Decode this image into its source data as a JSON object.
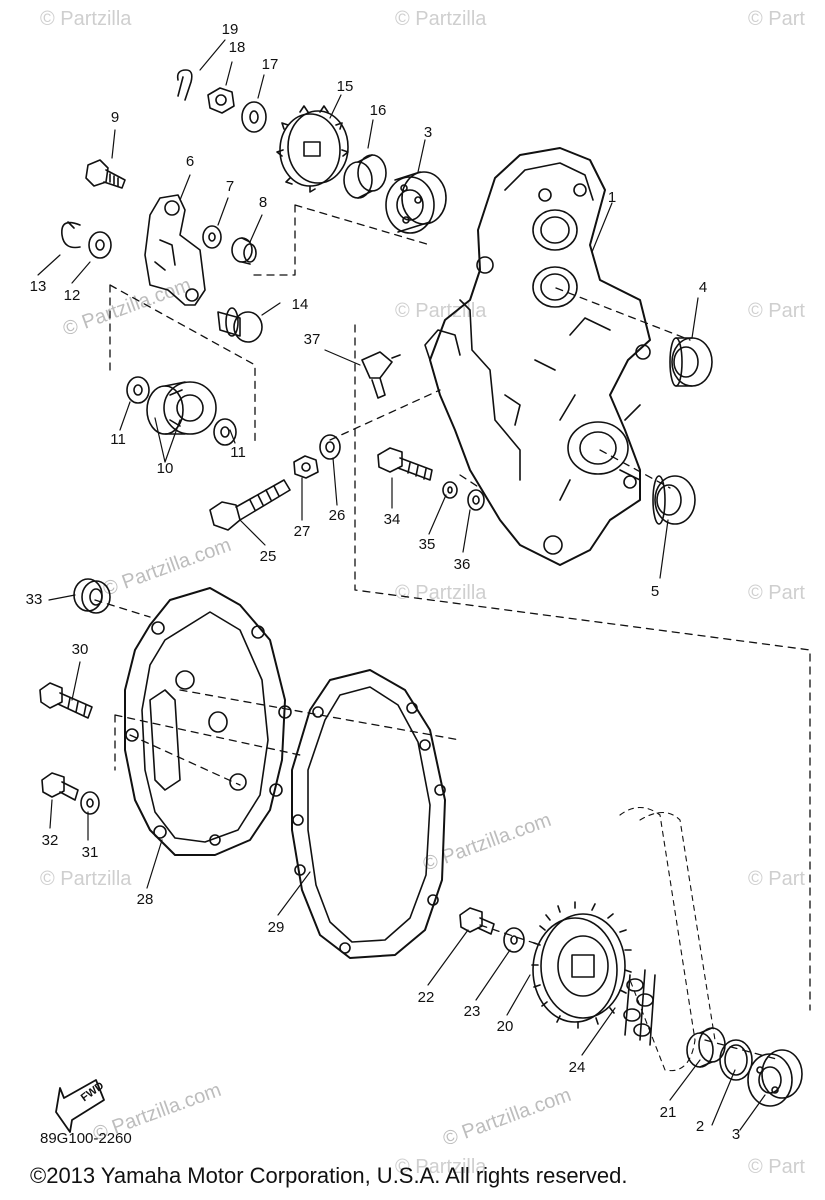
{
  "watermarks": {
    "site": "© Partzilla",
    "domain": "© Partzilla.com",
    "corner": "© Part"
  },
  "diagram": {
    "code": "89G100-2260",
    "fwd_label": "FWD",
    "copyright": "©2013  Yamaha Motor Corporation, U.S.A. All rights reserved.",
    "colors": {
      "ink": "#111111",
      "watermark": "#cfcfcf"
    },
    "callouts": {
      "p1": "1",
      "p2": "2",
      "p3a": "3",
      "p3b": "3",
      "p4": "4",
      "p5": "5",
      "p6": "6",
      "p7": "7",
      "p8": "8",
      "p9": "9",
      "p10": "10",
      "p11a": "11",
      "p11b": "11",
      "p12": "12",
      "p13": "13",
      "p14": "14",
      "p15": "15",
      "p16": "16",
      "p17": "17",
      "p18": "18",
      "p19": "19",
      "p20": "20",
      "p21": "21",
      "p22": "22",
      "p23": "23",
      "p24": "24",
      "p25": "25",
      "p26": "26",
      "p27": "27",
      "p28": "28",
      "p29": "29",
      "p30": "30",
      "p31": "31",
      "p32": "32",
      "p33": "33",
      "p34": "34",
      "p35": "35",
      "p36": "36",
      "p37": "37"
    }
  }
}
